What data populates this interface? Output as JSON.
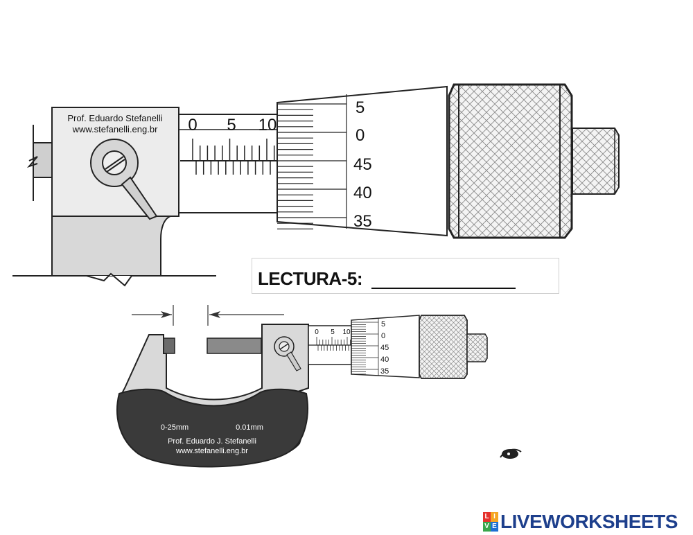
{
  "large_micrometer": {
    "author": "Prof. Eduardo Stefanelli",
    "website": "www.stefanelli.eng.br",
    "sleeve_ticks": [
      "0",
      "5",
      "10"
    ],
    "thimble_ticks": [
      "5",
      "0",
      "45",
      "40",
      "35"
    ]
  },
  "question": {
    "label": "LECTURA-5:",
    "answer_value": ""
  },
  "small_micrometer": {
    "range": "0-25mm",
    "resolution": "0.01mm",
    "author": "Prof. Eduardo J. Stefanelli",
    "website": "www.stefanelli.eng.br",
    "sleeve_ticks": [
      "0",
      "5",
      "10"
    ],
    "thimble_ticks": [
      "5",
      "0",
      "45",
      "40",
      "35"
    ]
  },
  "branding": {
    "name": "LIVEWORKSHEETS",
    "icon_letters": [
      "L",
      "I",
      "V",
      "E"
    ],
    "icon_colors": [
      "#e5322d",
      "#f5a623",
      "#3aa64b",
      "#1d6fd1"
    ],
    "text_color": "#1d3f8c"
  }
}
